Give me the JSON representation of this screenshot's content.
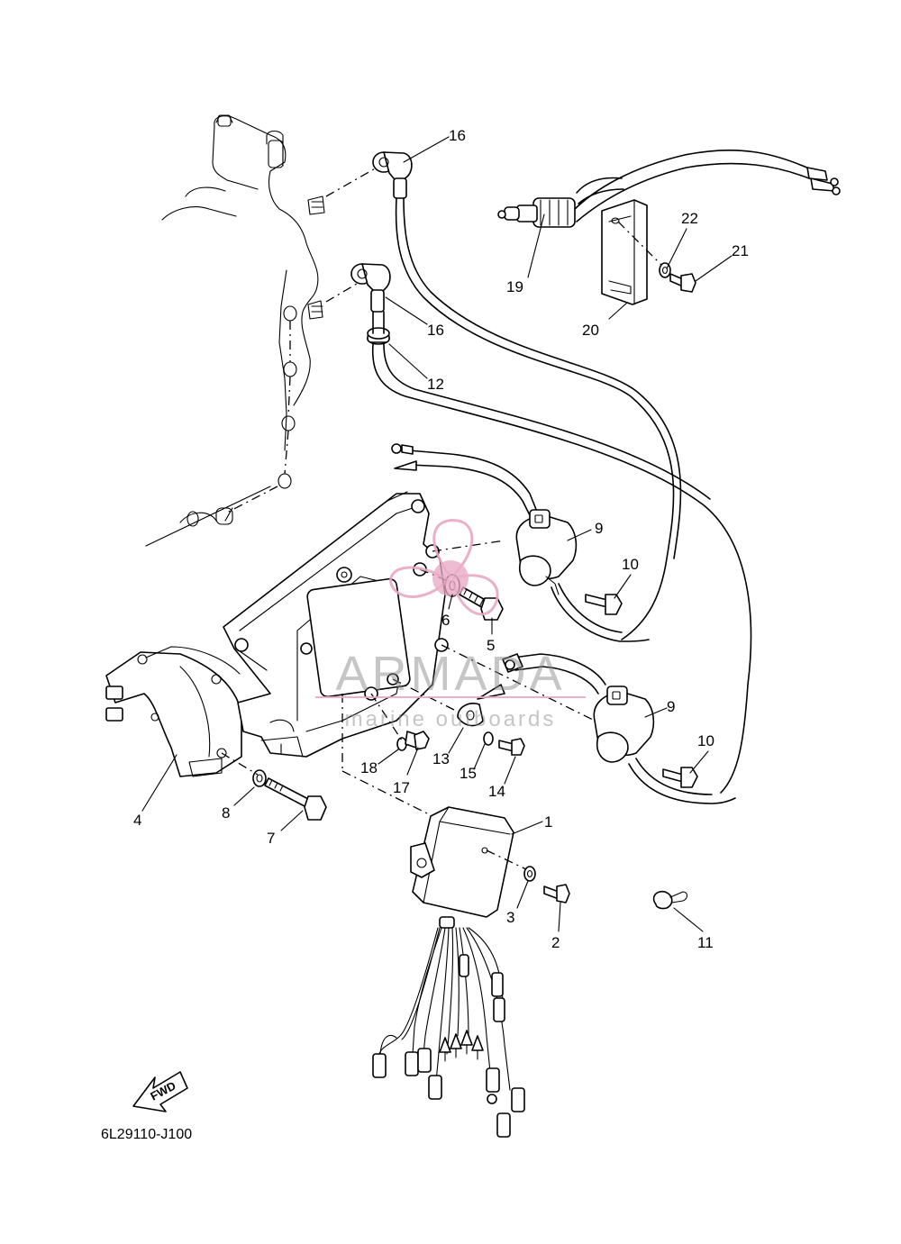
{
  "diagram": {
    "code": "6L29110-J100",
    "fwd_label": "FWD",
    "callouts": [
      "16",
      "19",
      "22",
      "21",
      "20",
      "16",
      "12",
      "9",
      "10",
      "6",
      "5",
      "9",
      "10",
      "4",
      "8",
      "7",
      "18",
      "17",
      "13",
      "15",
      "14",
      "1",
      "3",
      "2",
      "11"
    ]
  },
  "watermark": {
    "brand": "ARMADA",
    "tagline": "marine outboards",
    "accent_color": "#e8a8c4"
  }
}
